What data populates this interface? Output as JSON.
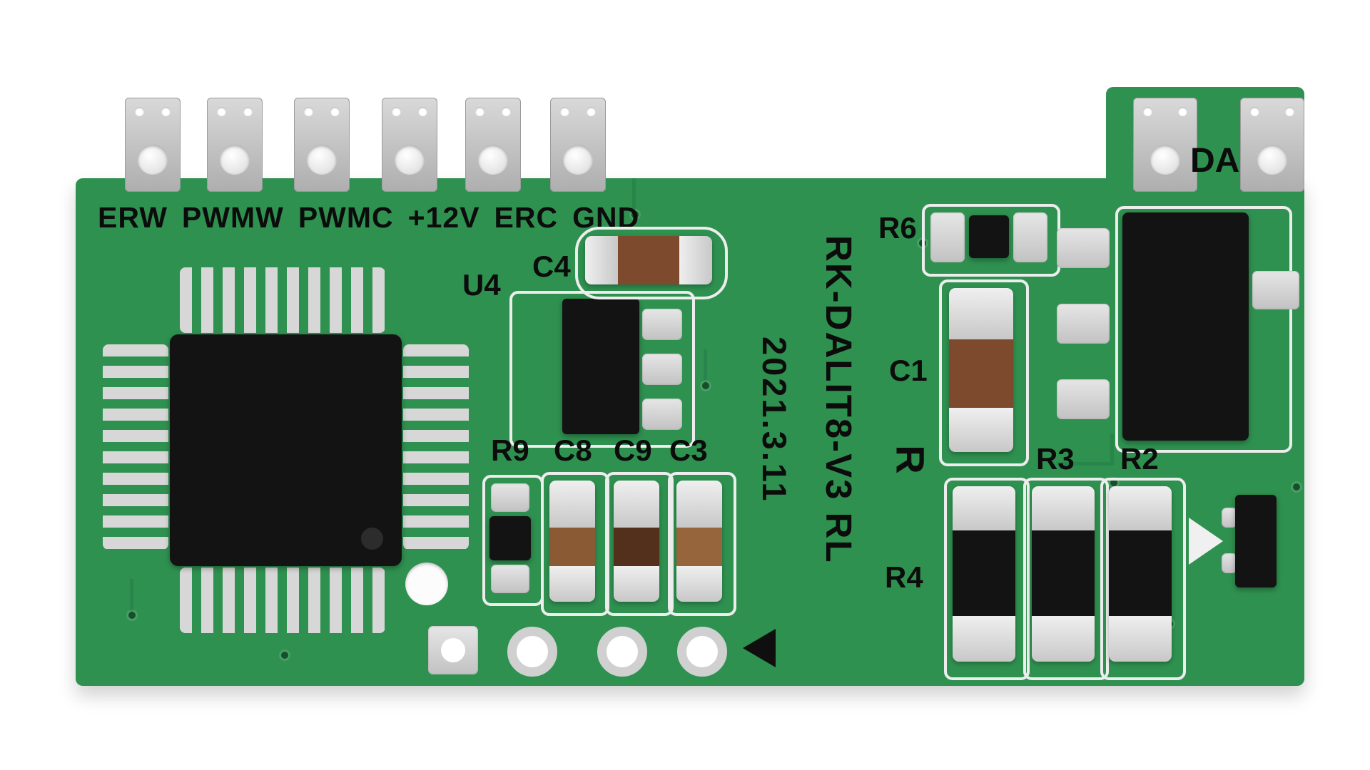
{
  "board_markings": {
    "model": "RK-DALIT8-V3 RL",
    "date": "2021.3.11",
    "da": "DA"
  },
  "connector_labels": [
    "ERW",
    "PWMW",
    "PWMC",
    "+12V",
    "ERC",
    "GND"
  ],
  "component_labels": {
    "u4": "U4",
    "c4": "C4",
    "r9": "R9",
    "c8": "C8",
    "c9": "C9",
    "c3": "C3",
    "r6": "R6",
    "c1": "C1",
    "r": "R",
    "r3": "R3",
    "r2": "R2",
    "r4": "R4"
  },
  "colors": {
    "background": "#ffffff",
    "board_green": "#2f9150",
    "silkscreen_white": "#ededed",
    "pad_silver": "#d6d6d6",
    "capacitor_brown": "#8a5a35",
    "component_black": "#141414",
    "connector_gray": "#bdbdbd"
  }
}
